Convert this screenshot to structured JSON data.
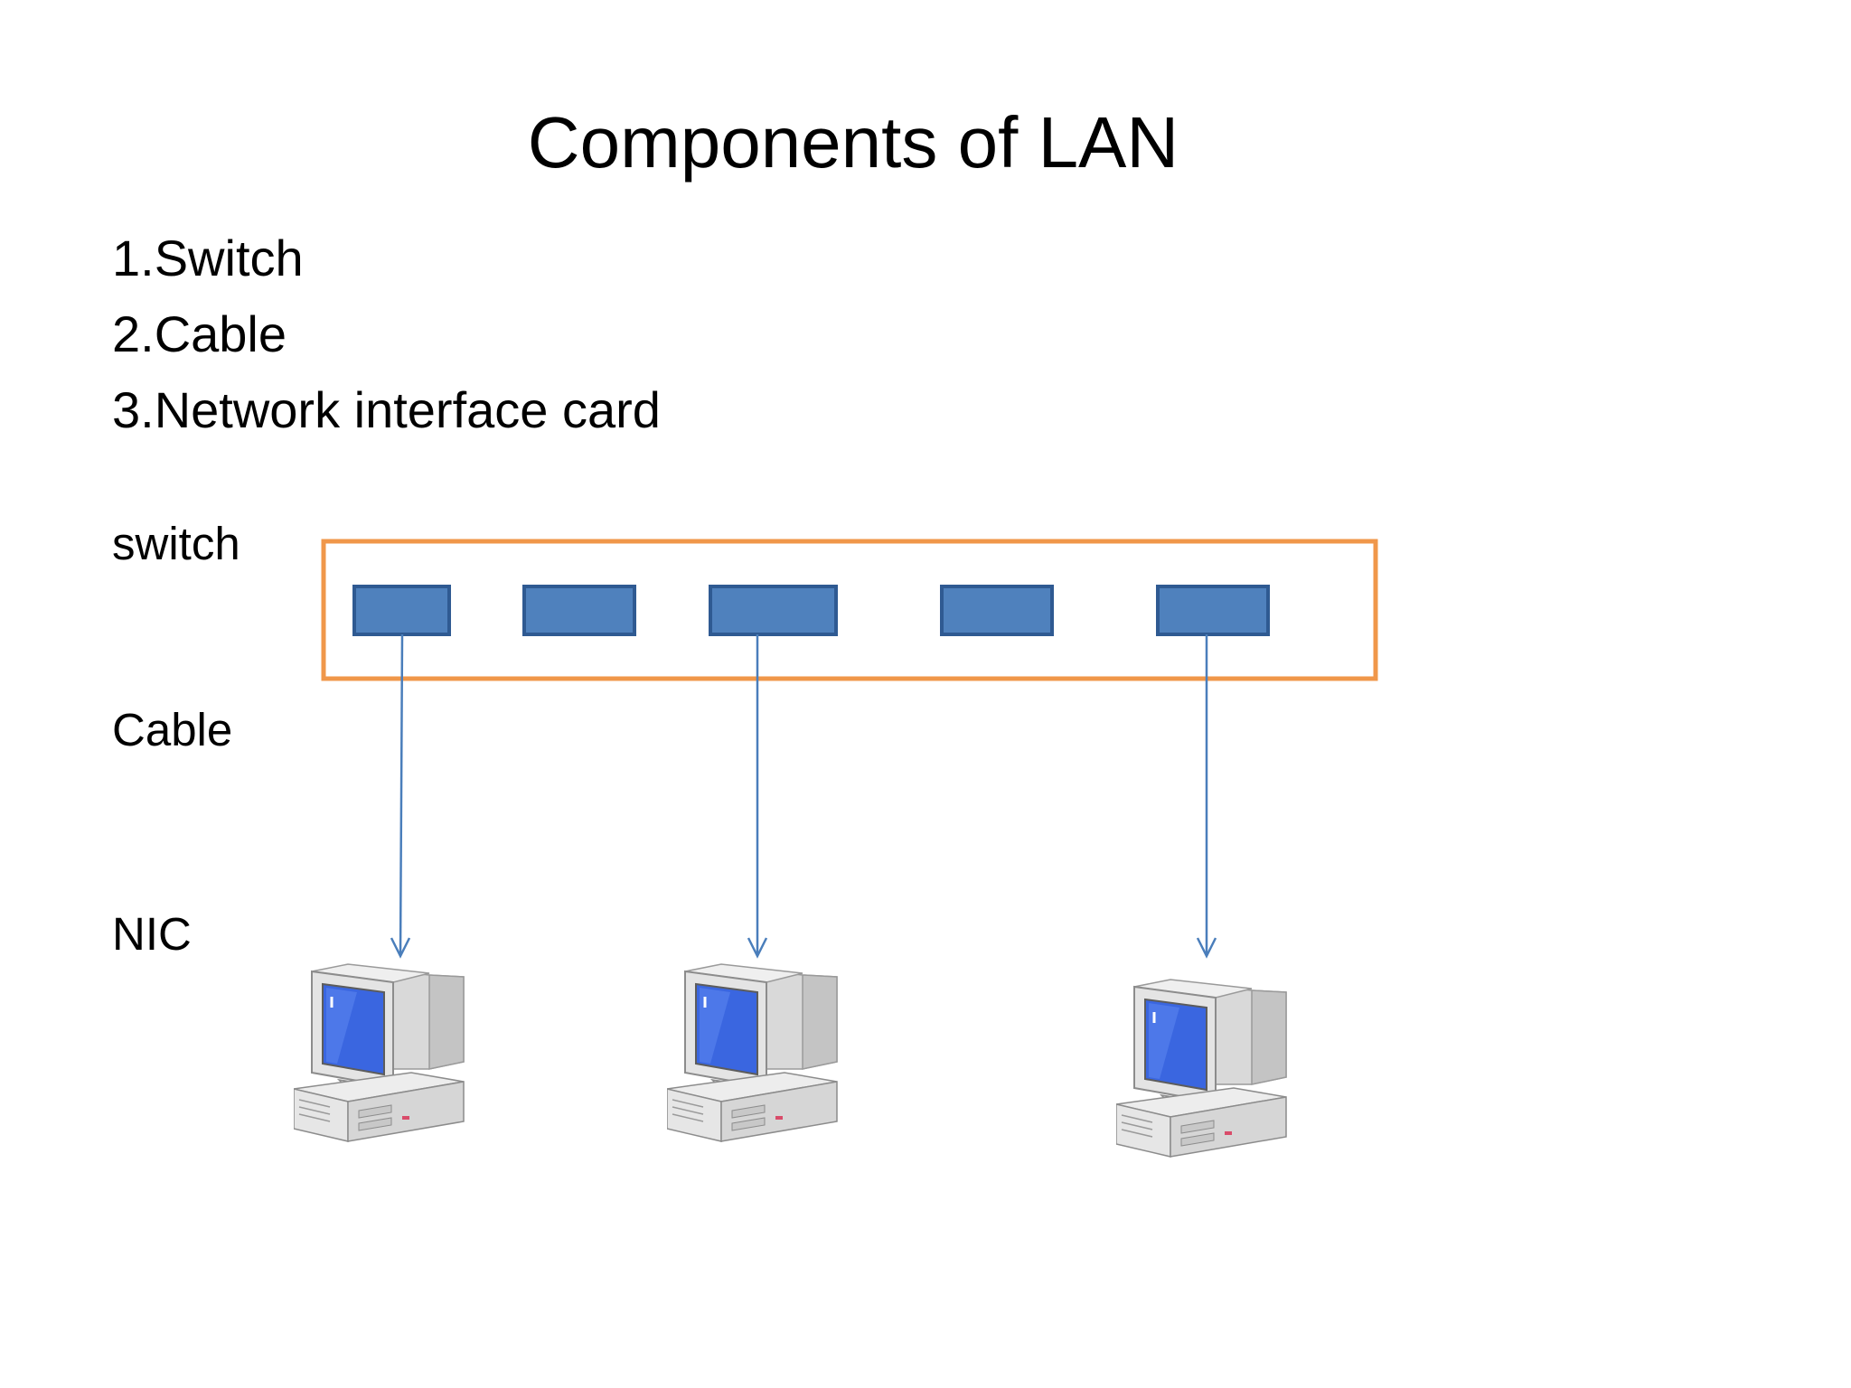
{
  "slide": {
    "title": "Components of LAN",
    "list": [
      "1.Switch",
      "2.Cable",
      "3.Network interface card"
    ]
  },
  "diagram": {
    "labels": {
      "switch": "switch",
      "cable": "Cable",
      "nic": "NIC"
    },
    "switch_port_count": 5,
    "computer_count": 3,
    "cable_count": 3,
    "colors": {
      "switch_border": "#F0974A",
      "port_fill": "#4F81BD",
      "port_border": "#2F5A92",
      "cable": "#4A7EBB",
      "screen": "#3A66E0"
    },
    "icons": {
      "computer": "desktop-computer-icon",
      "arrow": "arrow-down-icon"
    }
  }
}
